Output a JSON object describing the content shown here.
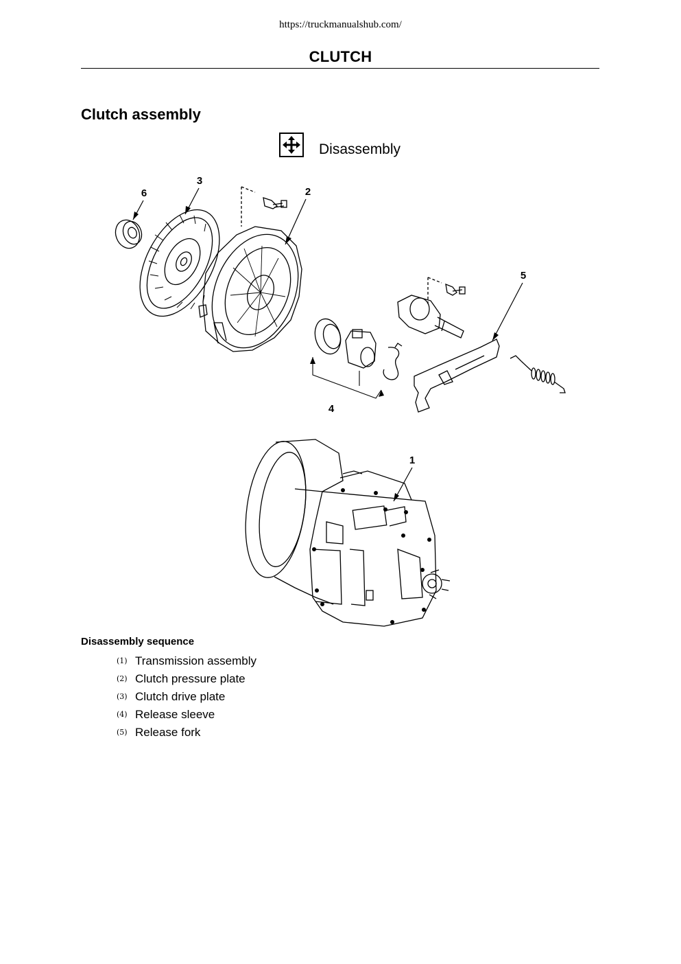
{
  "header": {
    "url": "https://truckmanualshub.com/",
    "title": "CLUTCH"
  },
  "section": {
    "title": "Clutch assembly",
    "operation_icon": "disassembly-arrows-icon",
    "operation_label": "Disassembly"
  },
  "diagram": {
    "callouts": [
      "1",
      "2",
      "3",
      "4",
      "5",
      "6"
    ]
  },
  "sequence": {
    "title": "Disassembly sequence",
    "items": [
      {
        "num": "(1)",
        "text": "Transmission assembly"
      },
      {
        "num": "(2)",
        "text": "Clutch pressure plate"
      },
      {
        "num": "(3)",
        "text": "Clutch drive plate"
      },
      {
        "num": "(4)",
        "text": "Release sleeve"
      },
      {
        "num": "(5)",
        "text": "Release fork"
      }
    ]
  }
}
